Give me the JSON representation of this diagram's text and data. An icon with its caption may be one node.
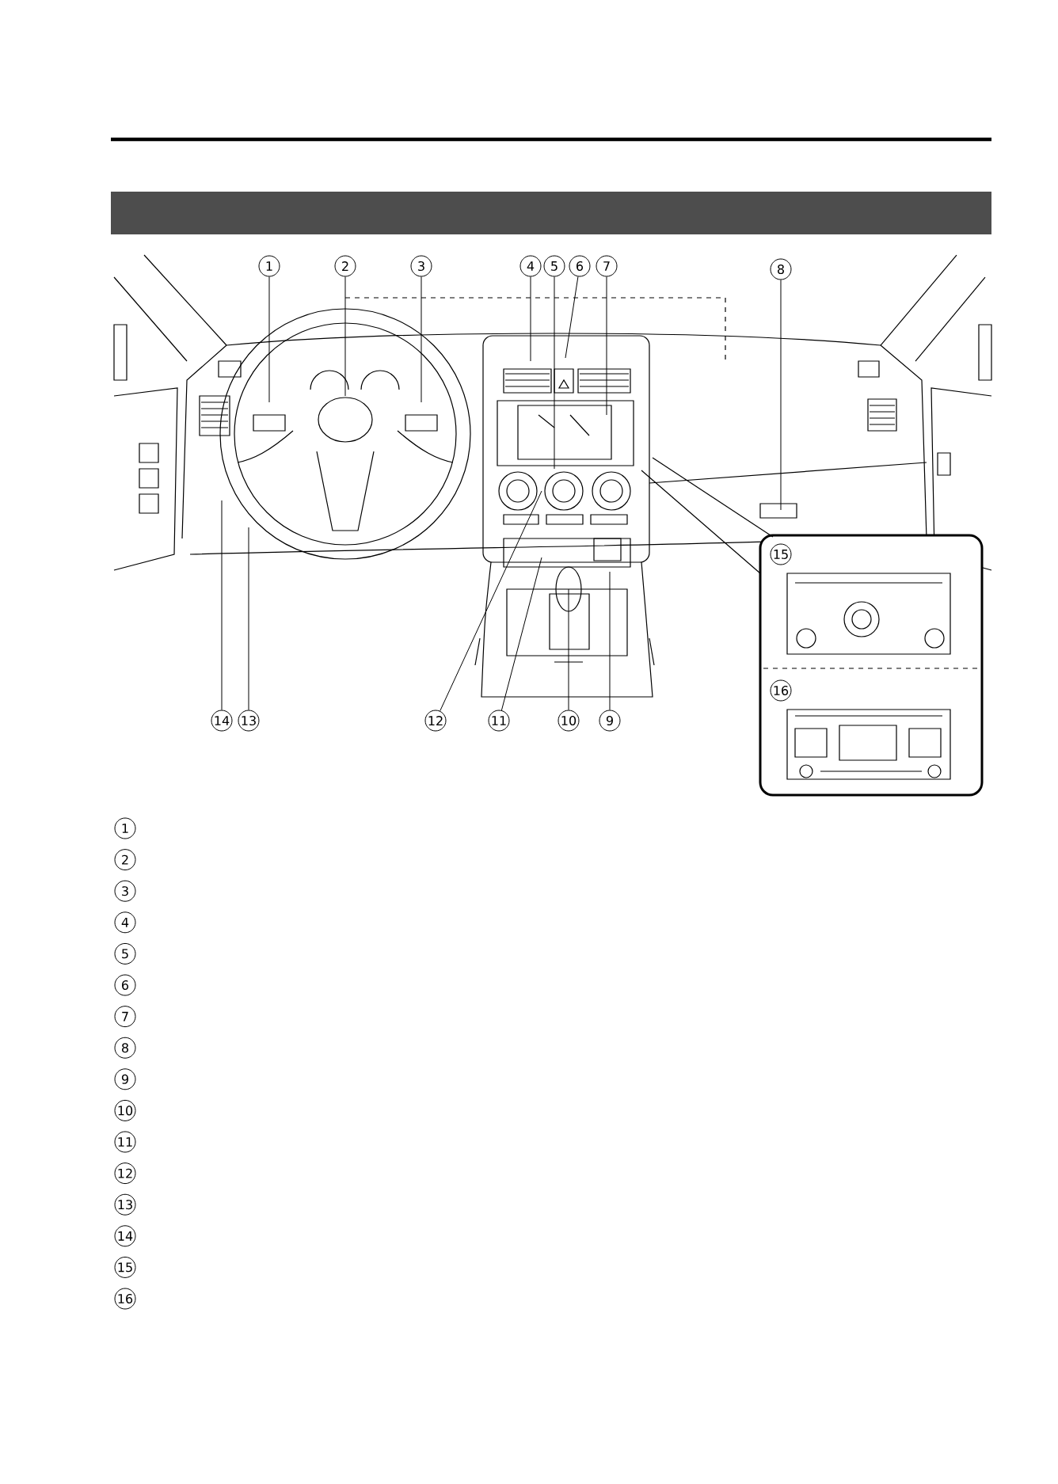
{
  "diagram": {
    "nodes": [
      {
        "text": [
          "1"
        ]
      },
      {
        "text": [
          "2"
        ]
      },
      {
        "text": [
          "3"
        ]
      },
      {
        "text": [
          "4"
        ]
      },
      {
        "text": [
          "5"
        ]
      },
      {
        "text": [
          "6"
        ]
      },
      {
        "text": [
          "7"
        ]
      },
      {
        "text": [
          "8"
        ]
      },
      {
        "text": [
          "9"
        ]
      },
      {
        "text": [
          "10"
        ]
      },
      {
        "text": [
          "11"
        ]
      },
      {
        "text": [
          "12"
        ]
      },
      {
        "text": [
          "13"
        ]
      },
      {
        "text": [
          "14"
        ]
      },
      {
        "text": [
          "15"
        ]
      },
      {
        "text": [
          "16"
        ]
      },
      {
        "text": [
          "1"
        ]
      },
      {
        "text": [
          "2"
        ]
      },
      {
        "text": [
          "3"
        ]
      },
      {
        "text": [
          "4"
        ]
      },
      {
        "text": [
          "5"
        ]
      },
      {
        "text": [
          "6"
        ]
      },
      {
        "text": [
          "7"
        ]
      },
      {
        "text": [
          "8"
        ]
      },
      {
        "text": [
          "9"
        ]
      },
      {
        "text": [
          "10"
        ]
      },
      {
        "text": [
          "11"
        ]
      },
      {
        "text": [
          "12"
        ]
      },
      {
        "text": [
          "13"
        ]
      },
      {
        "text": [
          "14"
        ]
      },
      {
        "text": [
          "15"
        ]
      },
      {
        "text": [
          "16"
        ]
      }
    ],
    "edges": [
      {
        "from": 0,
        "to": null,
        "arrow": "none"
      },
      {
        "from": 1,
        "to": null,
        "arrow": "none"
      },
      {
        "from": 2,
        "to": null,
        "arrow": "none"
      },
      {
        "from": 3,
        "to": null,
        "arrow": "none"
      },
      {
        "from": 4,
        "to": null,
        "arrow": "none"
      },
      {
        "from": 5,
        "to": null,
        "arrow": "none"
      },
      {
        "from": 6,
        "to": null,
        "arrow": "none"
      },
      {
        "from": 7,
        "to": null,
        "arrow": "none"
      },
      {
        "from": 8,
        "to": null,
        "arrow": "none"
      },
      {
        "from": 9,
        "to": null,
        "arrow": "none"
      },
      {
        "from": 10,
        "to": null,
        "arrow": "none"
      },
      {
        "from": 11,
        "to": null,
        "arrow": "none"
      },
      {
        "from": 12,
        "to": null,
        "arrow": "none"
      },
      {
        "from": 13,
        "to": null,
        "arrow": "none"
      }
    ]
  }
}
